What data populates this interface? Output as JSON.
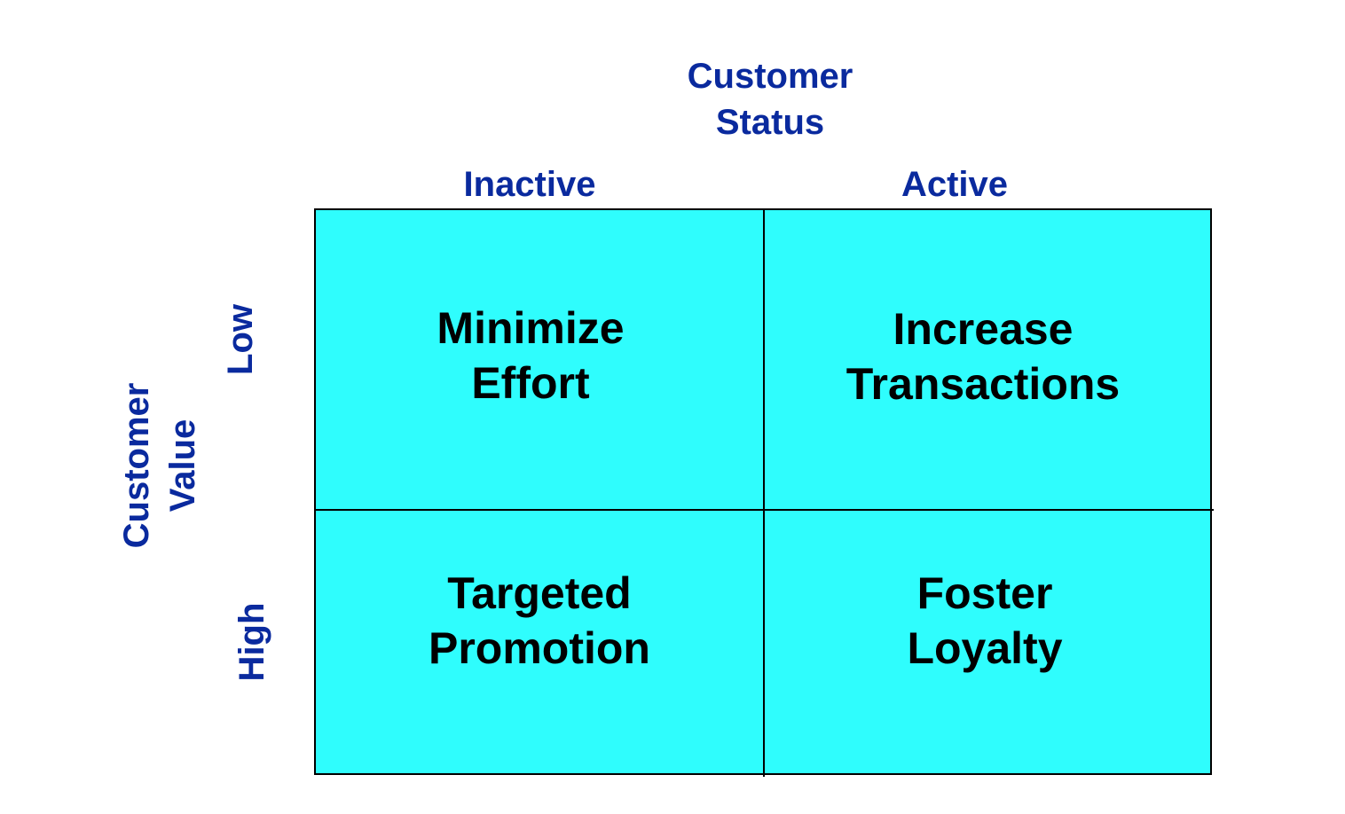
{
  "top_axis": {
    "title_line1": "Customer",
    "title_line2": "Status",
    "columns": [
      "Inactive",
      "Active"
    ]
  },
  "side_axis": {
    "title_line1": "Customer",
    "title_line2": "Value",
    "rows": [
      "Low",
      "High"
    ]
  },
  "cells": {
    "low_inactive": {
      "line1": "Minimize",
      "line2": "Effort"
    },
    "low_active": {
      "line1": "Increase",
      "line2": "Transactions"
    },
    "high_inactive": {
      "line1": "Targeted",
      "line2": "Promotion"
    },
    "high_active": {
      "line1": "Foster",
      "line2": "Loyalty"
    }
  },
  "colors": {
    "axis_text": "#0a2a9e",
    "cell_fill": "#2ffdfd",
    "cell_text": "#000000",
    "border": "#000000"
  }
}
